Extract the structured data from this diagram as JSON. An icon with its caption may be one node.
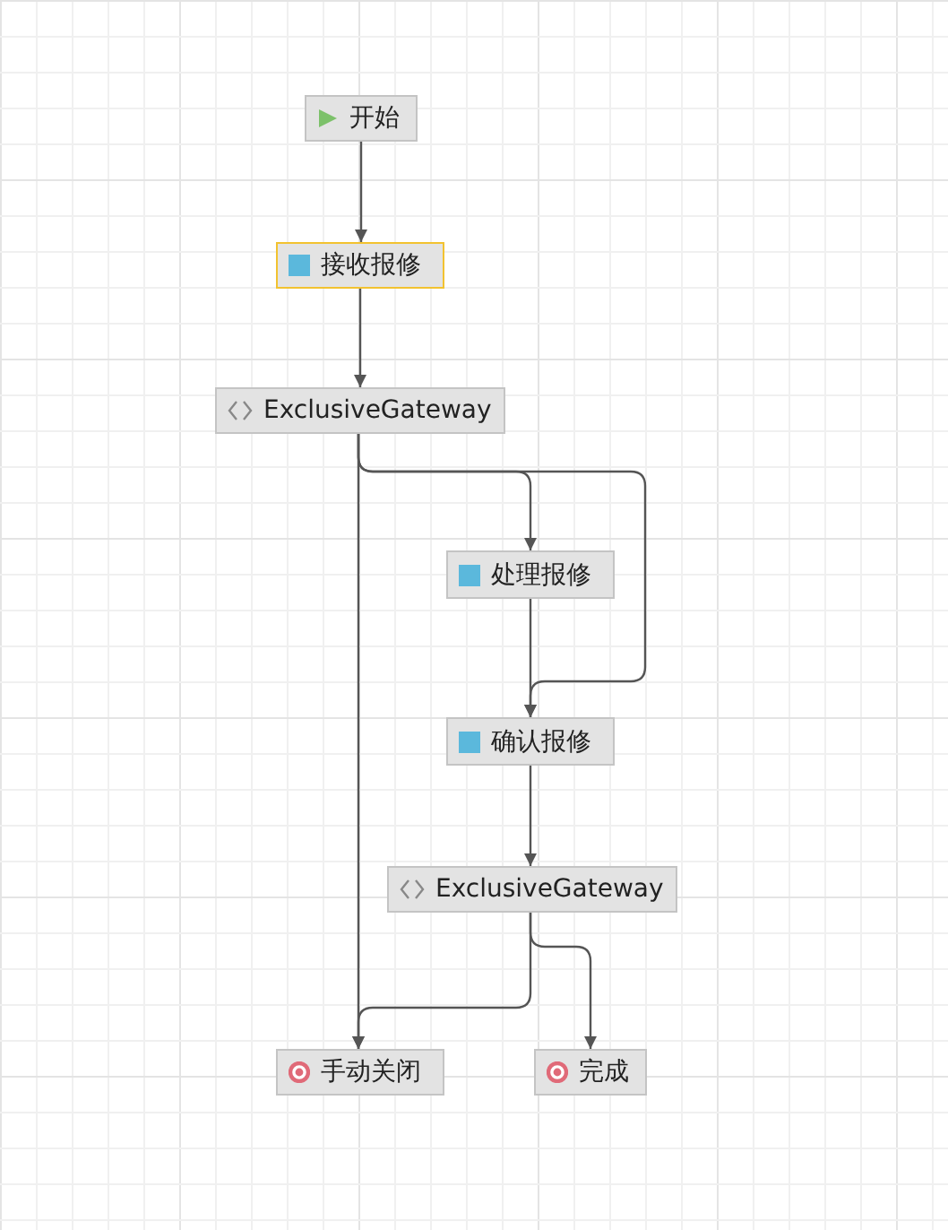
{
  "diagram": {
    "nodes": [
      {
        "text": [
          "开始"
        ]
      },
      {
        "text": [
          "接收报修"
        ]
      },
      {
        "text": [
          "ExclusiveGateway"
        ]
      },
      {
        "text": [
          "处理报修"
        ]
      },
      {
        "text": [
          "确认报修"
        ]
      },
      {
        "text": [
          "ExclusiveGateway"
        ]
      },
      {
        "text": [
          "手动关闭"
        ]
      },
      {
        "text": [
          "完成"
        ]
      }
    ],
    "edges": [
      {
        "from": 0,
        "to": 1,
        "arrow": "to"
      },
      {
        "from": 1,
        "to": 2,
        "arrow": "to"
      },
      {
        "from": 2,
        "to": 6,
        "arrow": "to"
      },
      {
        "from": 2,
        "to": 3,
        "arrow": "to"
      },
      {
        "from": 2,
        "to": 4,
        "arrow": "to"
      },
      {
        "from": 3,
        "to": 4,
        "arrow": "to"
      },
      {
        "from": 4,
        "to": 5,
        "arrow": "to"
      },
      {
        "from": 5,
        "to": 6,
        "arrow": "to"
      },
      {
        "from": 5,
        "to": 7,
        "arrow": "to"
      }
    ]
  }
}
